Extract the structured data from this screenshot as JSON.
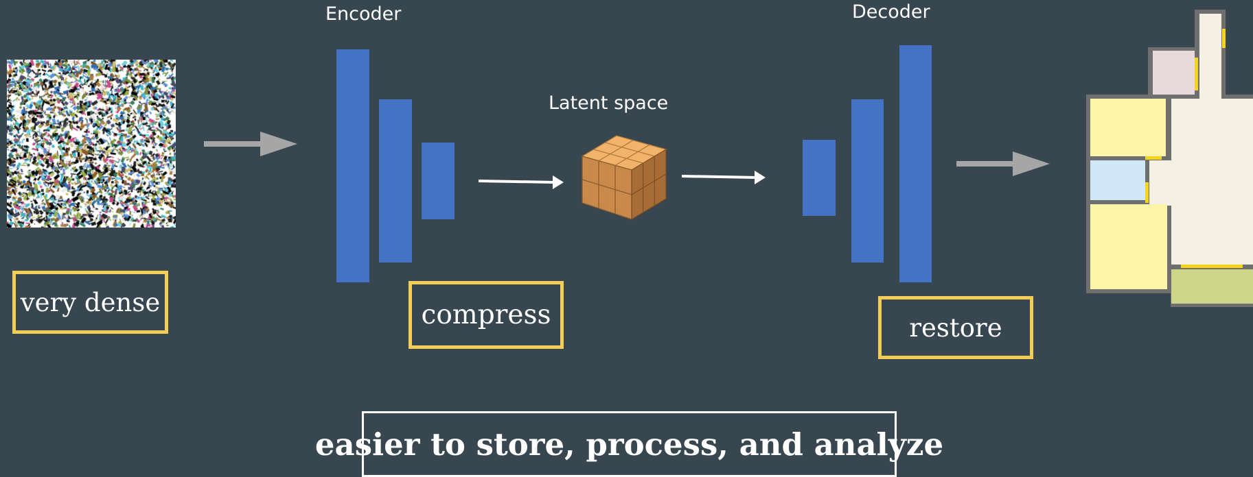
{
  "diagram": {
    "encoder_title": "Encoder",
    "decoder_title": "Decoder",
    "latent_title": "Latent space",
    "input_caption": "very dense",
    "encoder_caption": "compress",
    "decoder_caption": "restore",
    "summary": "easier to store, process, and analyze"
  },
  "icons": {
    "input_image": "noise-image",
    "latent_cube": "cube-icon",
    "output_image": "floor-plan-image"
  },
  "colors": {
    "background": "#37464f",
    "bar": "#4472c4",
    "caption_border": "#f3cd55",
    "summary_border": "#ffffff",
    "arrow_gray": "#a6a6a6",
    "arrow_white": "#ffffff"
  }
}
